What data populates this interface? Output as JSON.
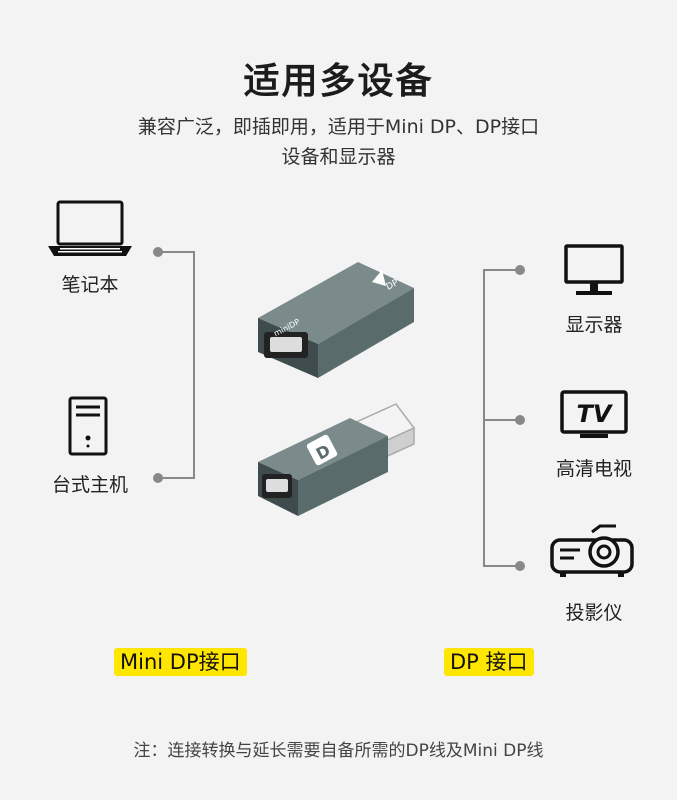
{
  "header": {
    "title": "适用多设备",
    "subtitle_line1": "兼容广泛，即插即用，适用于Mini DP、DP接口",
    "subtitle_line2": "设备和显示器"
  },
  "left_devices": [
    {
      "label": "笔记本",
      "icon": "laptop-icon"
    },
    {
      "label": "台式主机",
      "icon": "desktop-tower-icon"
    }
  ],
  "right_devices": [
    {
      "label": "显示器",
      "icon": "monitor-icon"
    },
    {
      "label": "高清电视",
      "icon": "tv-icon"
    },
    {
      "label": "投影仪",
      "icon": "projector-icon"
    }
  ],
  "adapters": {
    "top_port_text": "miniDP",
    "top_arrow_text": "DP",
    "bottom_logo_text": "D"
  },
  "interfaces": {
    "left": "Mini DP接口",
    "right": "DP 接口"
  },
  "footer": {
    "note": "注：连接转换与延长需要自备所需的DP线及Mini DP线"
  },
  "colors": {
    "background": "#f3f3f3",
    "highlight": "#ffe600",
    "adapter_body": "#5a6b6c",
    "line": "#888888"
  }
}
